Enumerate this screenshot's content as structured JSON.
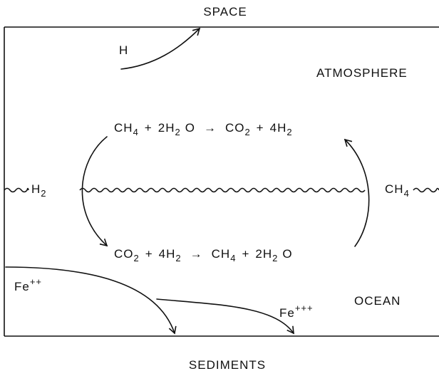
{
  "labels": {
    "space": "SPACE",
    "sediments": "SEDIMENTS",
    "atmosphere": "ATMOSPHERE",
    "ocean": "OCEAN",
    "hydrogen": "H",
    "h2_side": {
      "base": "H",
      "sub": "2"
    },
    "ch4_side": {
      "base": "CH",
      "sub": "4"
    },
    "fe2": {
      "base": "Fe",
      "sup": "++"
    },
    "fe3": {
      "base": "Fe",
      "sup": "+++"
    }
  },
  "reactions": {
    "top": {
      "reactant1": {
        "base": "CH",
        "sub": "4"
      },
      "plus1": "+",
      "reactant2": {
        "pre": "2H",
        "sub": "2",
        "post": "O"
      },
      "arrow": "→",
      "product1": {
        "base": "CO",
        "sub": "2"
      },
      "plus2": "+",
      "product2": {
        "base": "4H",
        "sub": "2"
      }
    },
    "bottom": {
      "reactant1": {
        "base": "CO",
        "sub": "2"
      },
      "plus1": "+",
      "reactant2": {
        "base": "4H",
        "sub": "2"
      },
      "arrow": "→",
      "product1": {
        "base": "CH",
        "sub": "4"
      },
      "plus2": "+",
      "product2": {
        "pre": "2H",
        "sub": "2",
        "post": "O"
      }
    }
  }
}
